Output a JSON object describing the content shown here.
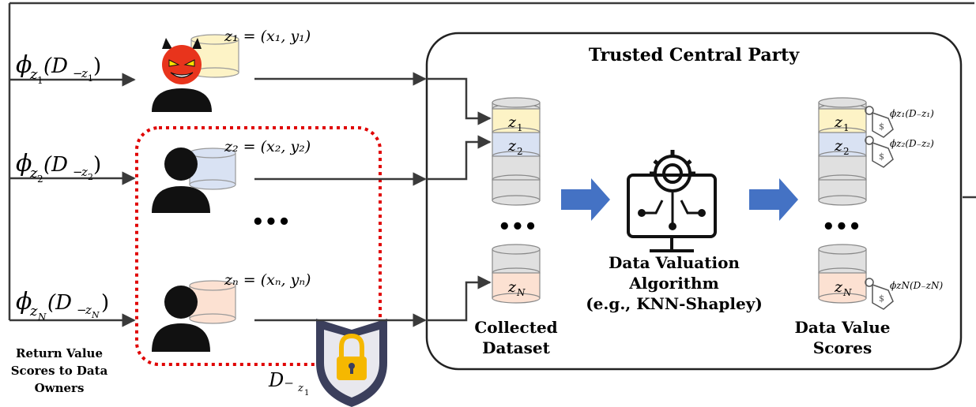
{
  "panel": {
    "title": "Trusted Central Party"
  },
  "incoming_scores": {
    "phi_base": "ϕ",
    "z": "z",
    "sub1": "1",
    "sub2": "2",
    "subN": "N",
    "paren_open": "(D",
    "minus": "−",
    "paren_close": ")"
  },
  "owners": [
    {
      "role": "malicious",
      "sample": "z₁ = (x₁, y₁)"
    },
    {
      "role": "honest",
      "sample": "z₂ = (x₂, y₂)"
    },
    {
      "role": "honest",
      "sample": "zₙ = (xₙ, yₙ)"
    }
  ],
  "owner_ellipsis": "•••",
  "d_minus_label": "D₋",
  "d_minus_sub": "z",
  "d_minus_subsub": "1",
  "return_label": [
    "Return Value",
    "Scores to Data",
    "Owners"
  ],
  "collected": {
    "cells": [
      "z1",
      "z2",
      "",
      "",
      "zN"
    ],
    "label": [
      "Collected",
      "Dataset"
    ],
    "ellipsis": "•••"
  },
  "algorithm": {
    "label": [
      "Data Valuation",
      "Algorithm",
      "(e.g., KNN-Shapley)"
    ]
  },
  "scores": {
    "label": [
      "Data Value",
      "Scores"
    ],
    "ellipsis": "•••",
    "tags": [
      "ϕz₁(D₋z₁)",
      "ϕz₂(D₋z₂)",
      "ϕzN(D₋zN)"
    ]
  },
  "colors": {
    "yellow": "#fdf3c6",
    "blue": "#d9e2f3",
    "gray": "#e0e0e0",
    "peach": "#fce1d2",
    "arrow_blue": "#4472c4",
    "dotted_red": "#e00000",
    "devil_red": "#e8341c",
    "shield": "#3b3f5c",
    "lock": "#f5b800"
  },
  "icons": [
    "devil-icon",
    "person-icon",
    "database-icon",
    "computer-gear-icon",
    "price-tag-icon",
    "shield-lock-icon",
    "block-arrow-icon"
  ]
}
